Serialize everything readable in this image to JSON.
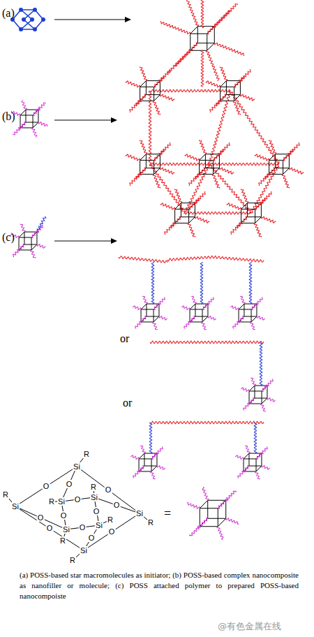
{
  "diagram": {
    "caption": "(a) POSS-based star macromolecules as initiator; (b) POSS-based complex nanocomposite as nanofiller or molecule; (c) POSS attached polymer to prepared POSS-based nanocompoiste",
    "labels": [
      "(a)",
      "(b)",
      "(c)",
      "or",
      "or",
      "Si",
      "Si",
      "Si",
      "Si",
      "Si",
      "Si",
      "Si",
      "Si",
      "O",
      "O",
      "O",
      "O",
      "O",
      "O",
      "O",
      "O",
      "O",
      "O",
      "O",
      "O",
      "R",
      "R",
      "R",
      "R",
      "R",
      "R",
      "R",
      "R",
      "=",
      "@有色金属在线"
    ]
  }
}
